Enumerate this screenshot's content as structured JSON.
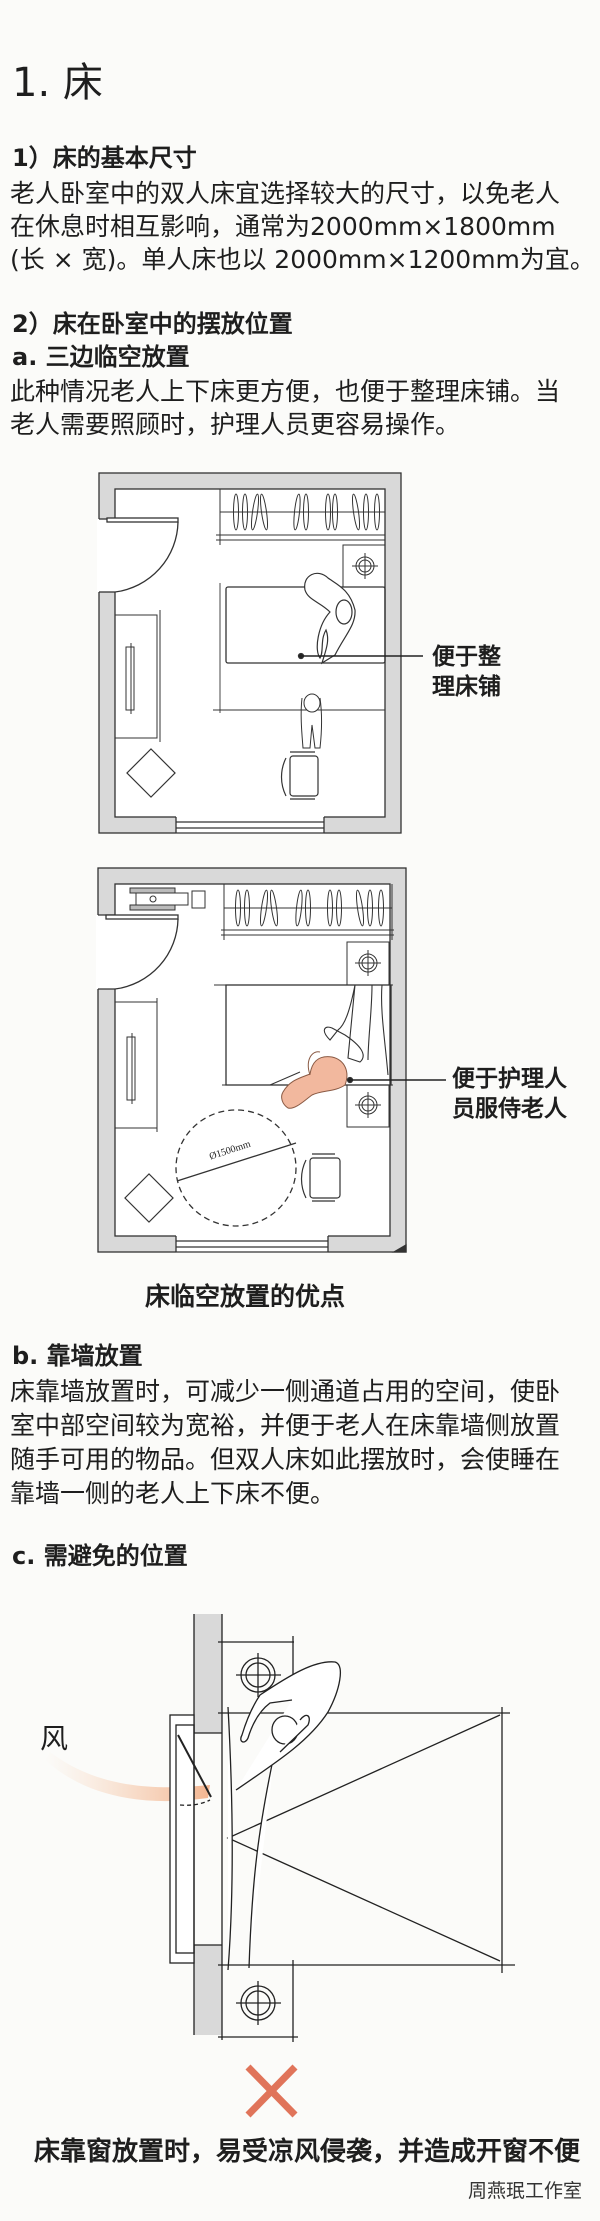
{
  "section_title": "1. 床",
  "part1": {
    "heading": "1）床的基本尺寸",
    "lines": [
      "老人卧室中的双人床宜选择较大的尺寸，以免老人",
      "在休息时相互影响，通常为2000mm×1800mm",
      "(长 × 宽)。单人床也以 2000mm×1200mm为宜。"
    ]
  },
  "part2": {
    "heading": "2）床在卧室中的摆放位置",
    "a": {
      "heading": "a. 三边临空放置",
      "lines": [
        "此种情况老人上下床更方便，也便于整理床铺。当",
        "老人需要照顾时，护理人员更容易操作。"
      ],
      "plan1_label": [
        "便于整",
        "理床铺"
      ],
      "plan2_label": [
        "便于护理人",
        "员服侍老人"
      ],
      "plan2_dimension": "Ø1500mm",
      "caption": "床临空放置的优点"
    },
    "b": {
      "heading": "b. 靠墙放置",
      "lines": [
        "床靠墙放置时，可减少一侧通道占用的空间，使卧",
        "室中部空间较为宽裕，并便于老人在床靠墙侧放置",
        "随手可用的物品。但双人床如此摆放时，会使睡在",
        "靠墙一侧的老人上下床不便。"
      ]
    },
    "c": {
      "heading": "c. 需避免的位置",
      "wind_label": "风",
      "caption": "床靠窗放置时，易受凉风侵袭，并造成开窗不便"
    }
  },
  "watermark": "周燕珉工作室",
  "colors": {
    "wall": "#d9d9d9",
    "caregiver": "#f2b89e",
    "wrong_mark": "#e0745a",
    "wind": "#f6c9a8"
  }
}
